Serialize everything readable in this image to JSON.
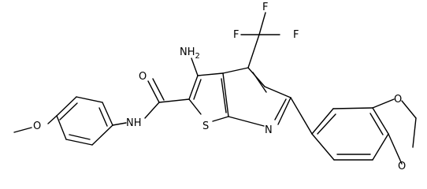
{
  "molecule": {
    "atom_labels": {
      "amino": "NH2",
      "carbonyl_oxygen": "O",
      "amide_nh": "NH",
      "thiophene_sulfur": "S",
      "pyridine_nitrogen": "N",
      "methoxy_oxygen": "O",
      "fluorine_1": "F",
      "fluorine_2": "F",
      "fluorine_3": "F",
      "dioxole_oxygen_1": "O",
      "dioxole_oxygen_2": "O"
    }
  }
}
